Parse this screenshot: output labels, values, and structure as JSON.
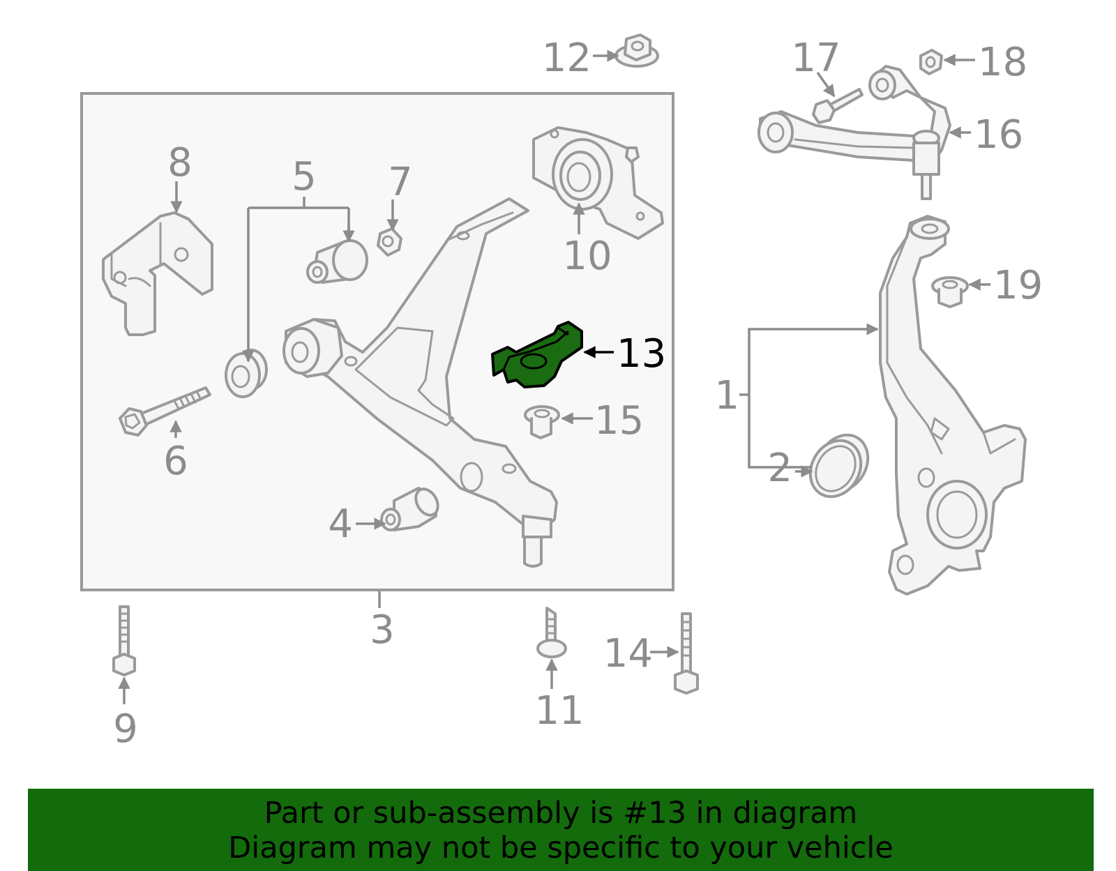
{
  "callouts": {
    "c1": "1",
    "c2": "2",
    "c3": "3",
    "c4": "4",
    "c5": "5",
    "c6": "6",
    "c7": "7",
    "c8": "8",
    "c9": "9",
    "c10": "10",
    "c11": "11",
    "c12": "12",
    "c13": "13",
    "c14": "14",
    "c15": "15",
    "c16": "16",
    "c17": "17",
    "c18": "18",
    "c19": "19"
  },
  "highlight": {
    "part": "13",
    "color": "#1a6b12"
  },
  "banner": {
    "line1": "Part or sub-assembly is #13 in diagram",
    "line2": "Diagram may not be specific to your vehicle",
    "color": "#136b0c"
  }
}
